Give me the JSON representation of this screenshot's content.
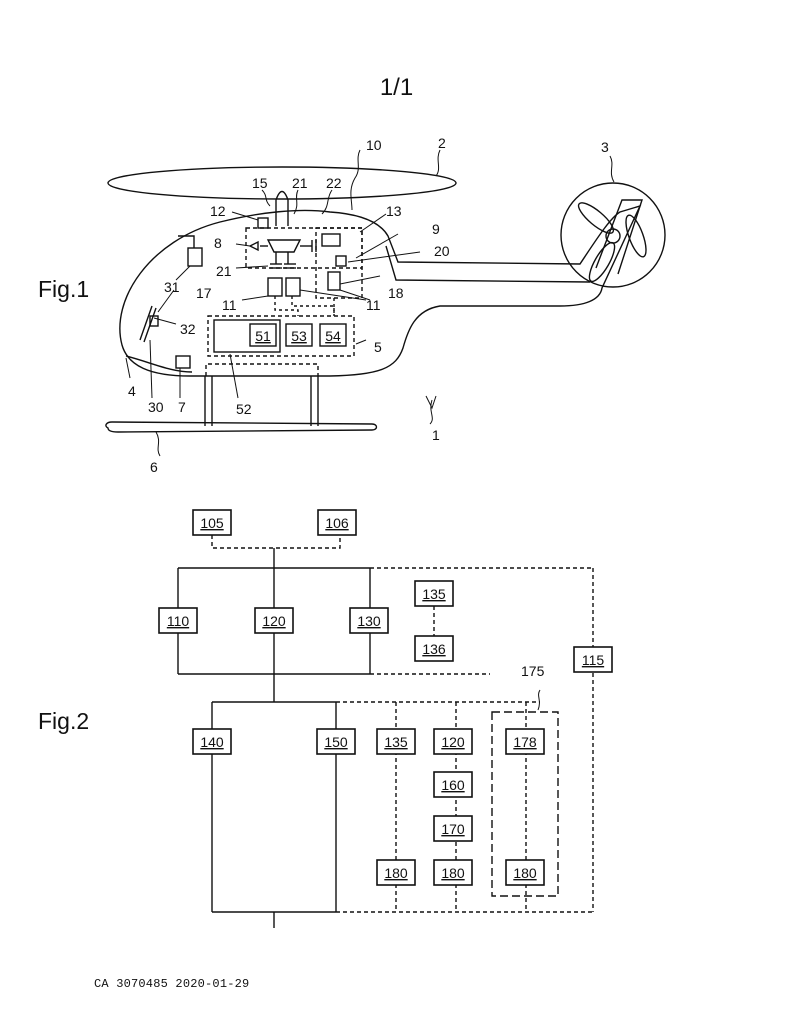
{
  "page_number": "1/1",
  "fig1": {
    "label": "Fig.1",
    "refs": {
      "r1": "1",
      "r2": "2",
      "r3": "3",
      "r4": "4",
      "r5": "5",
      "r6": "6",
      "r7": "7",
      "r8": "8",
      "r9": "9",
      "r10": "10",
      "r11a": "11",
      "r11b": "11",
      "r12": "12",
      "r13": "13",
      "r15": "15",
      "r17": "17",
      "r18": "18",
      "r20": "20",
      "r21a": "21",
      "r21b": "21",
      "r22": "22",
      "r30": "30",
      "r31": "31",
      "r32": "32",
      "r52": "52"
    },
    "boxes": {
      "b51": "51",
      "b53": "53",
      "b54": "54"
    }
  },
  "fig2": {
    "label": "Fig.2",
    "boxes": {
      "b105": "105",
      "b106": "106",
      "b110": "110",
      "b120a": "120",
      "b130": "130",
      "b135a": "135",
      "b136": "136",
      "b115": "115",
      "b140": "140",
      "b150": "150",
      "b135b": "135",
      "b120b": "120",
      "b178": "178",
      "b160": "160",
      "b170": "170",
      "b180a": "180",
      "b180b": "180",
      "b180c": "180"
    },
    "refs": {
      "r175": "175"
    }
  },
  "footer": "CA 3070485 2020-01-29"
}
